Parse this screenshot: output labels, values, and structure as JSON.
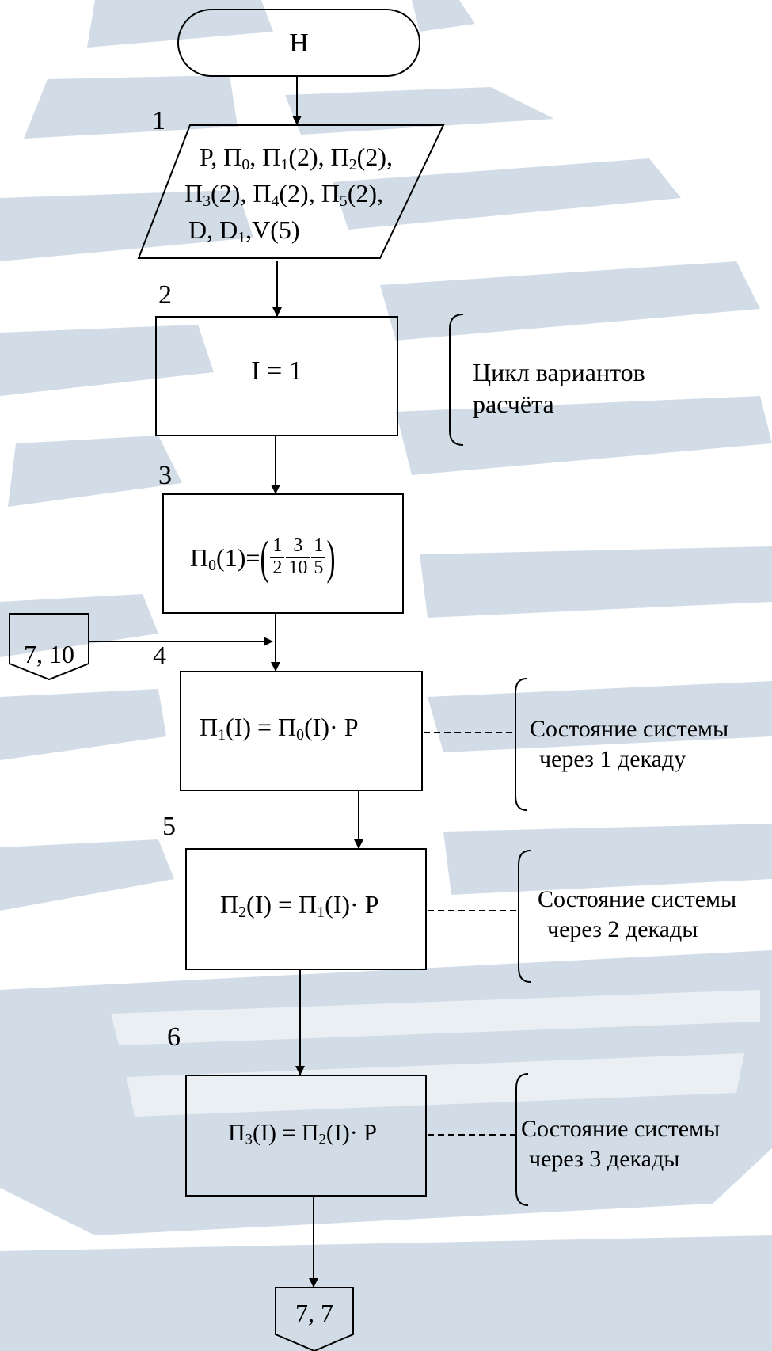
{
  "start": {
    "label": "Н"
  },
  "blocks": [
    {
      "num": "1",
      "type": "io",
      "lines": [
        "P, Π0, Π1(2), Π2(2),",
        "Π3(2), Π4(2), Π5(2),",
        "D, D1,V(5)"
      ]
    },
    {
      "num": "2",
      "type": "process",
      "text": "I = 1"
    },
    {
      "num": "3",
      "type": "process",
      "text": "Π0(1)=(1/2 3/10 1/5)",
      "matrix": [
        {
          "n": "1",
          "d": "2"
        },
        {
          "n": "3",
          "d": "10"
        },
        {
          "n": "1",
          "d": "5"
        }
      ]
    },
    {
      "num": "4",
      "type": "process",
      "text": "Π1(I) = Π0(I)· P"
    },
    {
      "num": "5",
      "type": "process",
      "text": "Π2(I) = Π1(I)· P"
    },
    {
      "num": "6",
      "type": "process",
      "text": "Π3(I) = Π2(I)· P"
    }
  ],
  "connectors": {
    "incoming": "7, 10",
    "outgoing": "7, 7"
  },
  "notes": {
    "loop": [
      "Цикл вариантов",
      "расчёта"
    ],
    "state1": [
      "Состояние системы",
      "через 1 декаду"
    ],
    "state2": [
      "Состояние системы",
      "через 2 декады"
    ],
    "state3": [
      "Состояние системы",
      "через 3 декады"
    ]
  },
  "colors": {
    "watermark": "#c9d6e3",
    "ink": "#000000"
  }
}
